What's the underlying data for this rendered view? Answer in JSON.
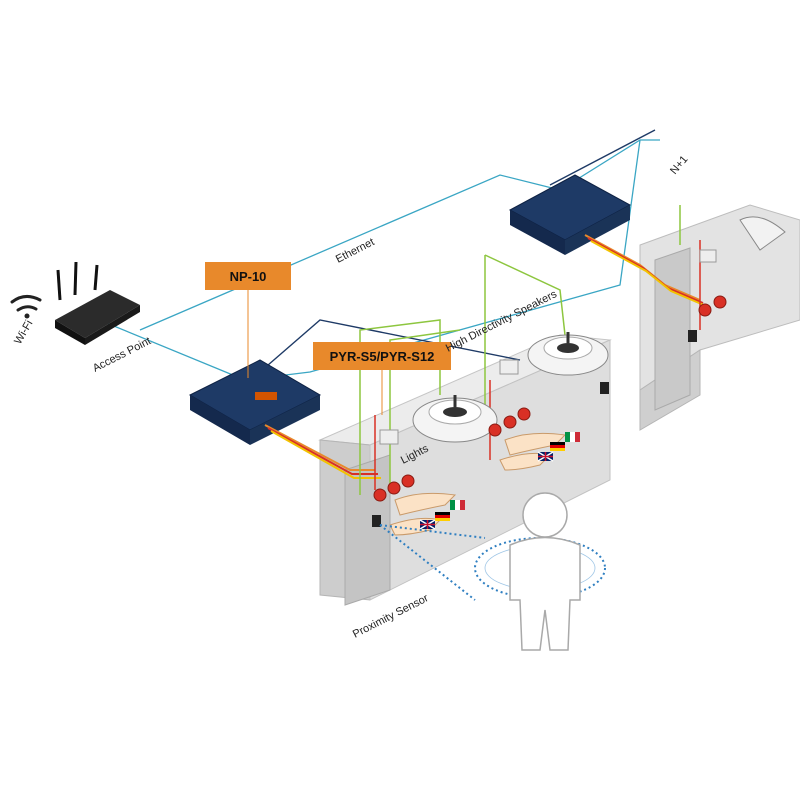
{
  "labels": {
    "wifi": "Wi-Fi",
    "access_point": "Access Point",
    "ethernet": "Ethernet",
    "np10": "NP-10",
    "pyr": "PYR-S5/PYR-S12",
    "speakers": "High Directivity Speakers",
    "lights": "Lights",
    "proximity": "Proximity Sensor",
    "n_plus_1": "N+1"
  },
  "colors": {
    "ethernet_line": "#3aa6c4",
    "tag_orange": "#e8892b",
    "wall_gray": "#d6d6d6",
    "device_navy": "#1e3a66",
    "green_wire": "#8dc63f",
    "red_wire": "#d93025",
    "dotted_blue": "#2f7fc1"
  },
  "icons": [
    "wifi-icon",
    "router-icon",
    "speaker-icon",
    "light-icon",
    "sensor-icon",
    "person-icon",
    "flag-icon"
  ]
}
